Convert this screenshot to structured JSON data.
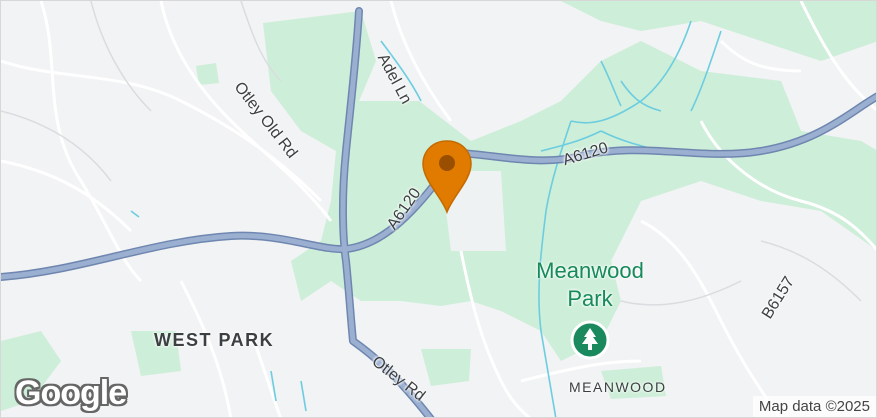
{
  "map": {
    "roads": {
      "adel_ln": "Adel Ln",
      "otley_old_rd": "Otley Old Rd",
      "a6120_east": "A6120",
      "a6120_west": "A6120",
      "b6157": "B6157",
      "otley_rd": "Otley Rd"
    },
    "places": {
      "meanwood_park_line1": "Meanwood",
      "meanwood_park_line2": "Park",
      "west_park": "WEST PARK",
      "meanwood": "MEANWOOD"
    },
    "attribution": "Map data ©2025",
    "logo": "Google",
    "colors": {
      "major_road": "#8fa3c4",
      "park": "#c8ecd5",
      "water": "#5cc4d9",
      "marker": "#e07b00",
      "park_icon": "#1a8a5e"
    },
    "icons": {
      "marker": "location-pin-icon",
      "park": "tree-icon"
    }
  }
}
